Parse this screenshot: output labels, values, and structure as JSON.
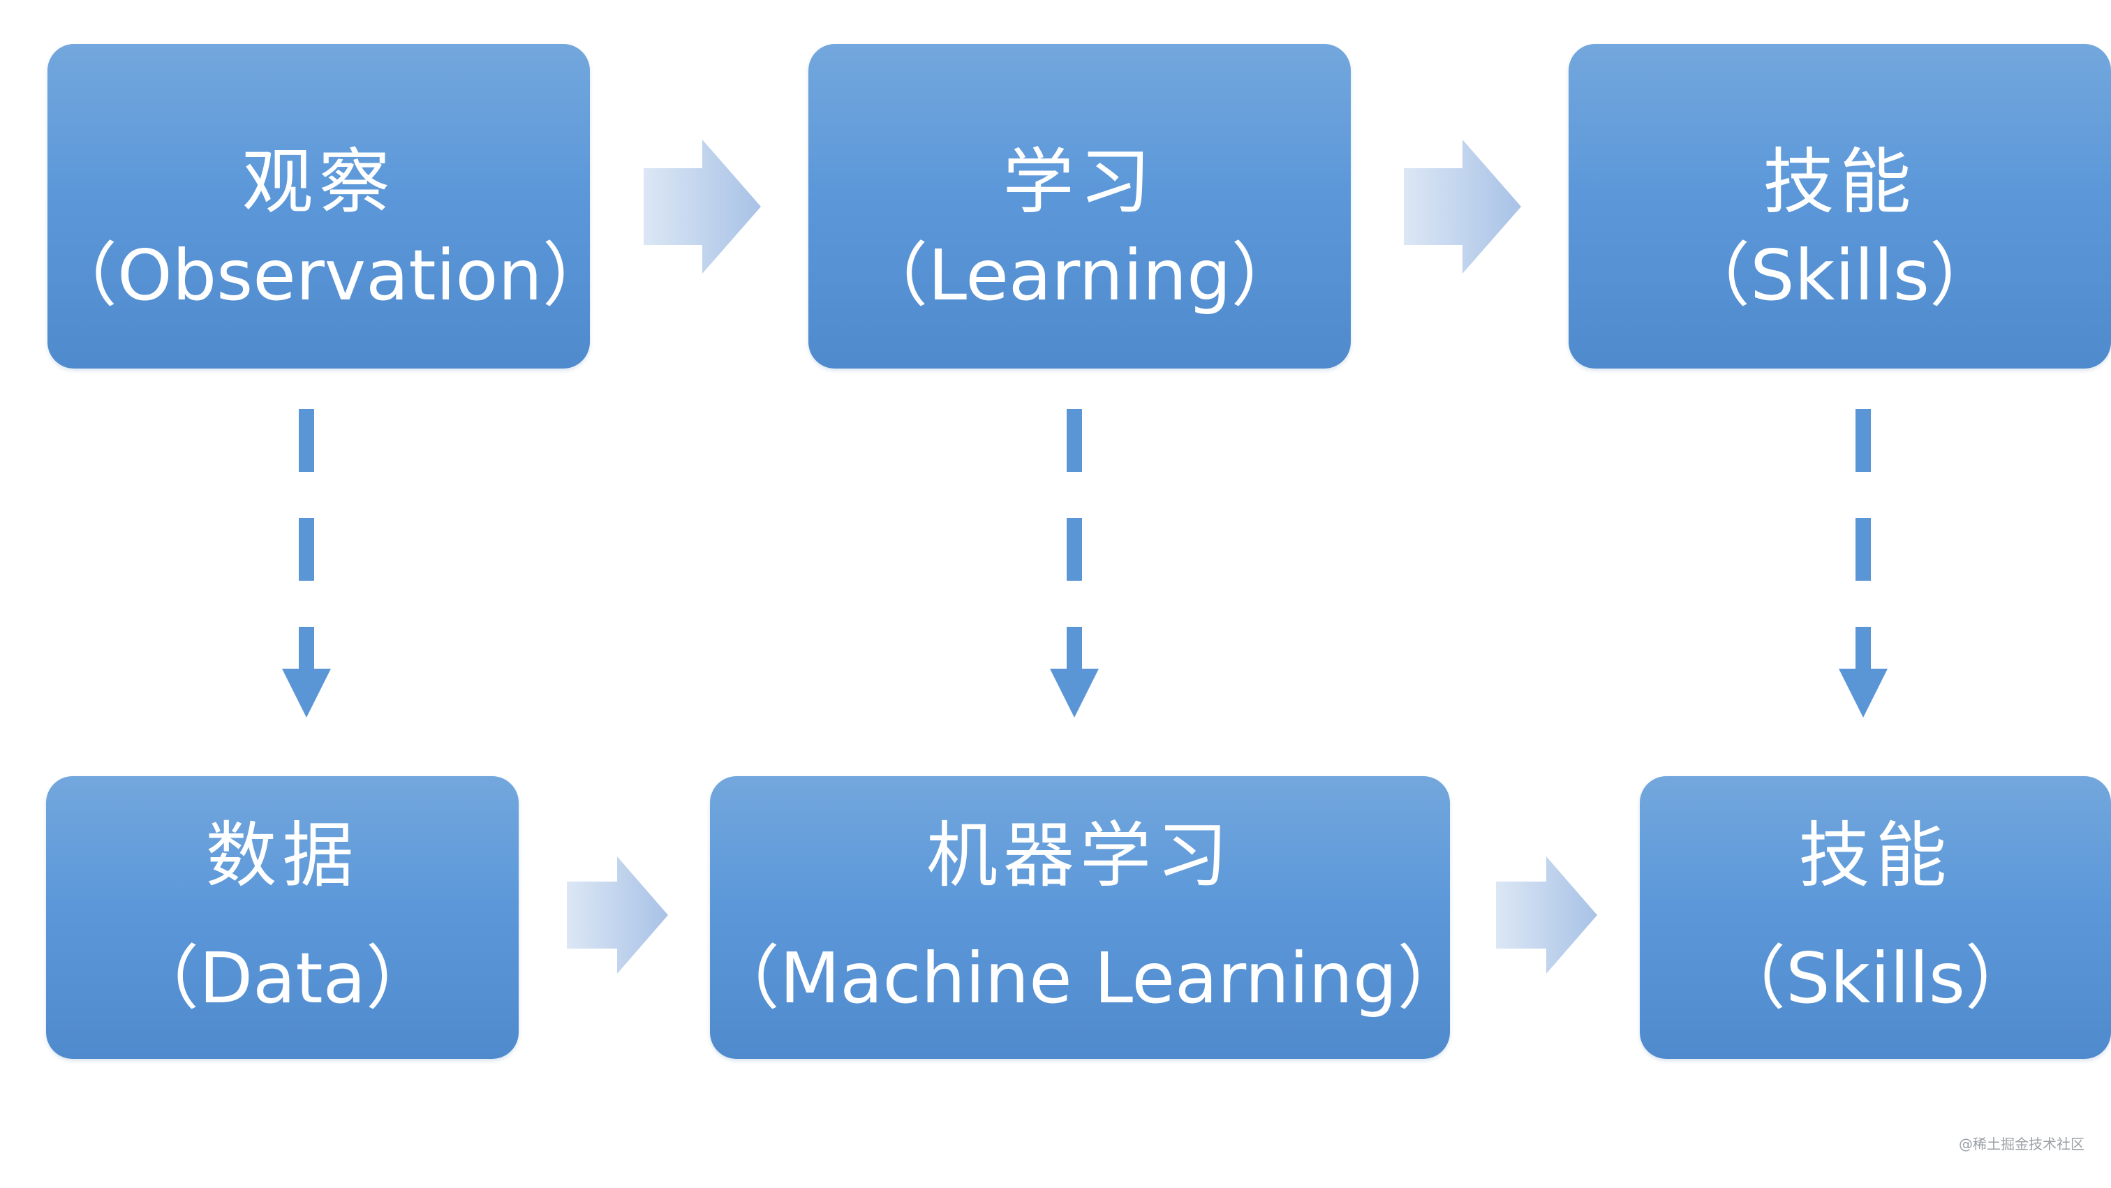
{
  "top_row": [
    {
      "cn": "观察",
      "en": "（Observation）"
    },
    {
      "cn": "学习",
      "en": "（Learning）"
    },
    {
      "cn": "技能",
      "en": "（Skills）"
    }
  ],
  "bottom_row": [
    {
      "cn": "数据",
      "en": "（Data）"
    },
    {
      "cn": "机器学习",
      "en": "（Machine Learning）"
    },
    {
      "cn": "技能",
      "en": "（Skills）"
    }
  ],
  "watermark": "@稀土掘金技术社区",
  "colors": {
    "box_top": "#73a7dd",
    "box_bottom": "#4f8acd",
    "box_text": "#ffffff",
    "arrow_light": "#dbe6f4",
    "arrow_dark": "#a9c3e6",
    "dashed_arrow": "#5a95d6"
  }
}
